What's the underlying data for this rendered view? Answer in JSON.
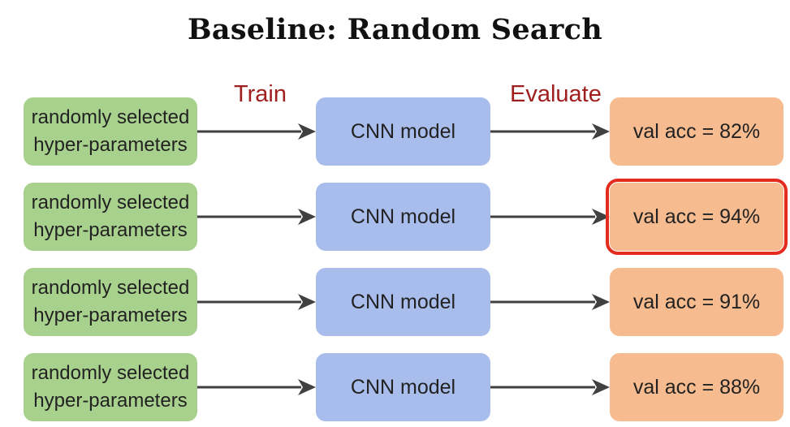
{
  "title": "Baseline: Random Search",
  "labels": {
    "train": "Train",
    "evaluate": "Evaluate"
  },
  "colors": {
    "params_box": "#a9d18e",
    "model_box": "#a8bdec",
    "result_box": "#f6bb8f",
    "highlight": "#e52a1e",
    "step_label": "#a01e1e",
    "arrow": "#404040"
  },
  "rows": [
    {
      "params_line1": "randomly selected",
      "params_line2": "hyper-parameters",
      "model": "CNN model",
      "result": "val acc = 82%",
      "highlighted": false
    },
    {
      "params_line1": "randomly selected",
      "params_line2": "hyper-parameters",
      "model": "CNN model",
      "result": "val acc = 94%",
      "highlighted": true
    },
    {
      "params_line1": "randomly selected",
      "params_line2": "hyper-parameters",
      "model": "CNN model",
      "result": "val acc = 91%",
      "highlighted": false
    },
    {
      "params_line1": "randomly selected",
      "params_line2": "hyper-parameters",
      "model": "CNN model",
      "result": "val acc = 88%",
      "highlighted": false
    }
  ]
}
